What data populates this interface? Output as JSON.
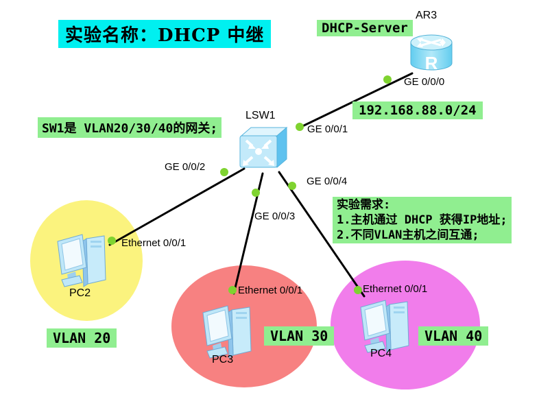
{
  "title": {
    "text": "实验名称：DHCP 中继"
  },
  "colors": {
    "title_bg": "#00F0F0",
    "note_bg": "#90EE90",
    "link_line": "#000000",
    "port_dot": "#7FD330",
    "vlan20_zone": "#FBF37E",
    "vlan30_zone": "#F78181",
    "vlan40_zone": "#F17DEB"
  },
  "labels": {
    "dhcp_server": "DHCP-Server",
    "network_segment": "192.168.88.0/24",
    "gateway_note": "SW1是 VLAN20/30/40的网关;",
    "requirements_title": "实验需求:",
    "requirement_1": "1.主机通过 DHCP 获得IP地址;",
    "requirement_2": "2.不同VLAN主机之间互通;"
  },
  "devices": {
    "router": {
      "name": "AR3",
      "type": "router",
      "port_to_switch": "GE 0/0/0"
    },
    "switch": {
      "name": "LSW1",
      "type": "switch",
      "port_to_router": "GE 0/0/1",
      "port_to_pc2": "GE 0/0/2",
      "port_to_pc3": "GE 0/0/3",
      "port_to_pc4": "GE 0/0/4"
    },
    "pc2": {
      "name": "PC2",
      "type": "pc",
      "port": "Ethernet 0/0/1",
      "vlan_label": "VLAN 20"
    },
    "pc3": {
      "name": "PC3",
      "type": "pc",
      "port": "Ethernet 0/0/1",
      "vlan_label": "VLAN 30"
    },
    "pc4": {
      "name": "PC4",
      "type": "pc",
      "port": "Ethernet 0/0/1",
      "vlan_label": "VLAN 40"
    }
  }
}
